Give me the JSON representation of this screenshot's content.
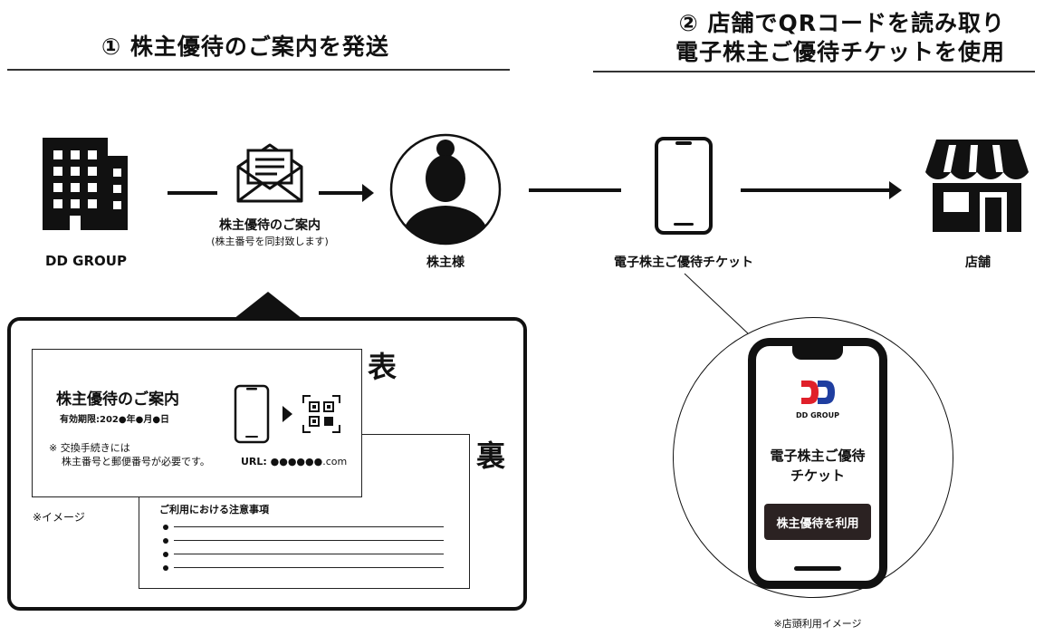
{
  "step1": {
    "title": "① 株主優待のご案内を発送"
  },
  "step2": {
    "title_line1": "② 店舗でQRコードを読み取り",
    "title_line2": "電子株主ご優待チケットを使用"
  },
  "flow": {
    "company_label": "DD GROUP",
    "letter_label": "株主優待のご案内",
    "letter_sublabel": "(株主番号を同封致します)",
    "shareholder_label": "株主様",
    "ticket_label": "電子株主ご優待チケット",
    "store_label": "店舗"
  },
  "letter_front": {
    "side_label": "表",
    "title": "株主優待のご案内",
    "expiry": "有効期限:202●年●月●日",
    "note_line1": "※ 交換手続きには",
    "note_line2": "株主番号と郵便番号が必要です。",
    "url_prefix": "URL: ",
    "url_value": "●●●●●●.com"
  },
  "letter_back": {
    "side_label": "裏",
    "heading": "ご利用における注意事項"
  },
  "image_note": "※イメージ",
  "phone_screen": {
    "logo_text": "DD GROUP",
    "title_line1": "電子株主ご優待",
    "title_line2": "チケット",
    "button_label": "株主優待を利用"
  },
  "store_note": "※店頭利用イメージ",
  "colors": {
    "logo_red": "#e0202a",
    "logo_blue": "#1f3ea0",
    "button_bg": "#2b2222"
  }
}
